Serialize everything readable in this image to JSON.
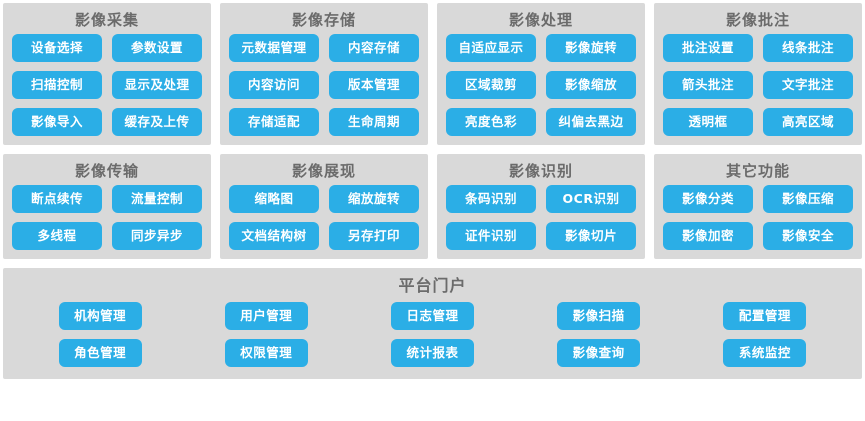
{
  "theme": {
    "panel_bg": "#d9d9d9",
    "button_bg": "#2BAEE6",
    "button_text": "#ffffff",
    "title_text": "#6b6b6b",
    "page_bg": "#ffffff"
  },
  "rows": [
    {
      "panels": [
        {
          "title": "影像采集",
          "buttons": [
            "设备选择",
            "参数设置",
            "扫描控制",
            "显示及处理",
            "影像导入",
            "缓存及上传"
          ]
        },
        {
          "title": "影像存储",
          "buttons": [
            "元数据管理",
            "内容存储",
            "内容访问",
            "版本管理",
            "存储适配",
            "生命周期"
          ]
        },
        {
          "title": "影像处理",
          "buttons": [
            "自适应显示",
            "影像旋转",
            "区域裁剪",
            "影像缩放",
            "亮度色彩",
            "纠偏去黑边"
          ]
        },
        {
          "title": "影像批注",
          "buttons": [
            "批注设置",
            "线条批注",
            "箭头批注",
            "文字批注",
            "透明框",
            "高亮区域"
          ]
        }
      ]
    },
    {
      "panels": [
        {
          "title": "影像传输",
          "buttons": [
            "断点续传",
            "流量控制",
            "多线程",
            "同步异步"
          ]
        },
        {
          "title": "影像展现",
          "buttons": [
            "缩略图",
            "缩放旋转",
            "文档结构树",
            "另存打印"
          ]
        },
        {
          "title": "影像识别",
          "buttons": [
            "条码识别",
            "OCR识别",
            "证件识别",
            "影像切片"
          ]
        },
        {
          "title": "其它功能",
          "buttons": [
            "影像分类",
            "影像压缩",
            "影像加密",
            "影像安全"
          ]
        }
      ]
    }
  ],
  "portal": {
    "title": "平台门户",
    "buttons": [
      "机构管理",
      "用户管理",
      "日志管理",
      "影像扫描",
      "配置管理",
      "角色管理",
      "权限管理",
      "统计报表",
      "影像查询",
      "系统监控"
    ]
  }
}
